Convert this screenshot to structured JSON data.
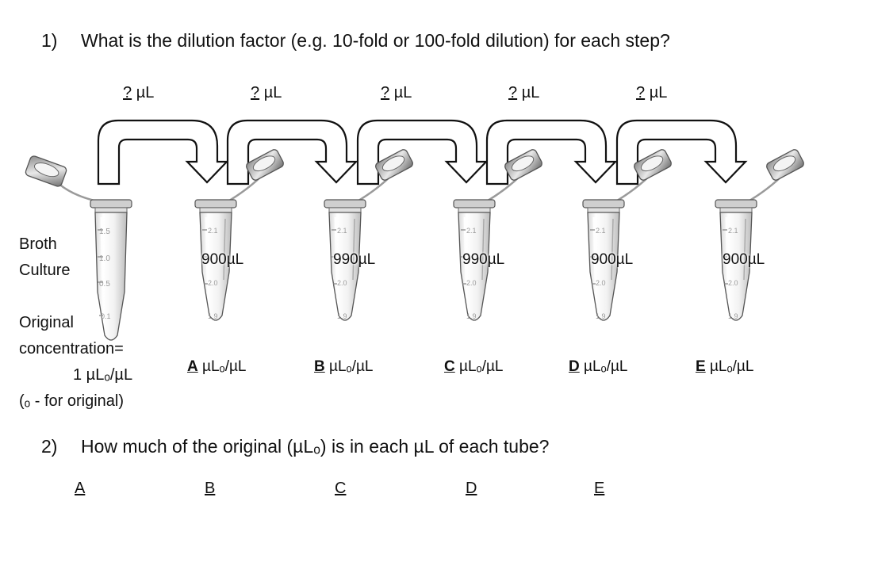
{
  "question1": {
    "number": "1)",
    "text": "What is the dilution factor (e.g. 10-fold or 100-fold dilution) for each step?"
  },
  "transfers": [
    {
      "blank": "?",
      "unit": "µL"
    },
    {
      "blank": "?",
      "unit": "µL"
    },
    {
      "blank": "?",
      "unit": "µL"
    },
    {
      "blank": "?",
      "unit": "µL"
    },
    {
      "blank": "?",
      "unit": "µL"
    }
  ],
  "tubes": [
    {
      "id": "broth",
      "volume": "",
      "marks": [
        "1.5",
        "1.0",
        "0.5",
        "0.1"
      ]
    },
    {
      "id": "A",
      "volume": "900µL",
      "marks": [
        "2.1",
        "2.0",
        "1.9"
      ]
    },
    {
      "id": "B",
      "volume": "990µL",
      "marks": [
        "2.1",
        "2.0",
        "1.9"
      ]
    },
    {
      "id": "C",
      "volume": "990µL",
      "marks": [
        "2.1",
        "2.0",
        "1.9"
      ]
    },
    {
      "id": "D",
      "volume": "900µL",
      "marks": [
        "2.1",
        "2.0",
        "1.9"
      ]
    },
    {
      "id": "E",
      "volume": "900µL",
      "marks": [
        "2.1",
        "2.0",
        "1.9"
      ]
    }
  ],
  "concentrations": [
    {
      "letter": "A",
      "unit": "µLₒ/µL"
    },
    {
      "letter": "B",
      "unit": "µLₒ/µL"
    },
    {
      "letter": "C",
      "unit": "µLₒ/µL"
    },
    {
      "letter": "D",
      "unit": "µLₒ/µL"
    },
    {
      "letter": "E",
      "unit": "µLₒ/µL"
    }
  ],
  "broth": {
    "line1": "Broth",
    "line2": "Culture"
  },
  "original": {
    "line1": "Original",
    "line2": "concentration=",
    "line3": "1 µLₒ/µL",
    "line4": "(ₒ - for original)"
  },
  "question2": {
    "number": "2)",
    "text": "How much of the original (µLₒ) is in each µL of each tube?"
  },
  "answers": [
    "A",
    "B",
    "C",
    "D",
    "E"
  ]
}
